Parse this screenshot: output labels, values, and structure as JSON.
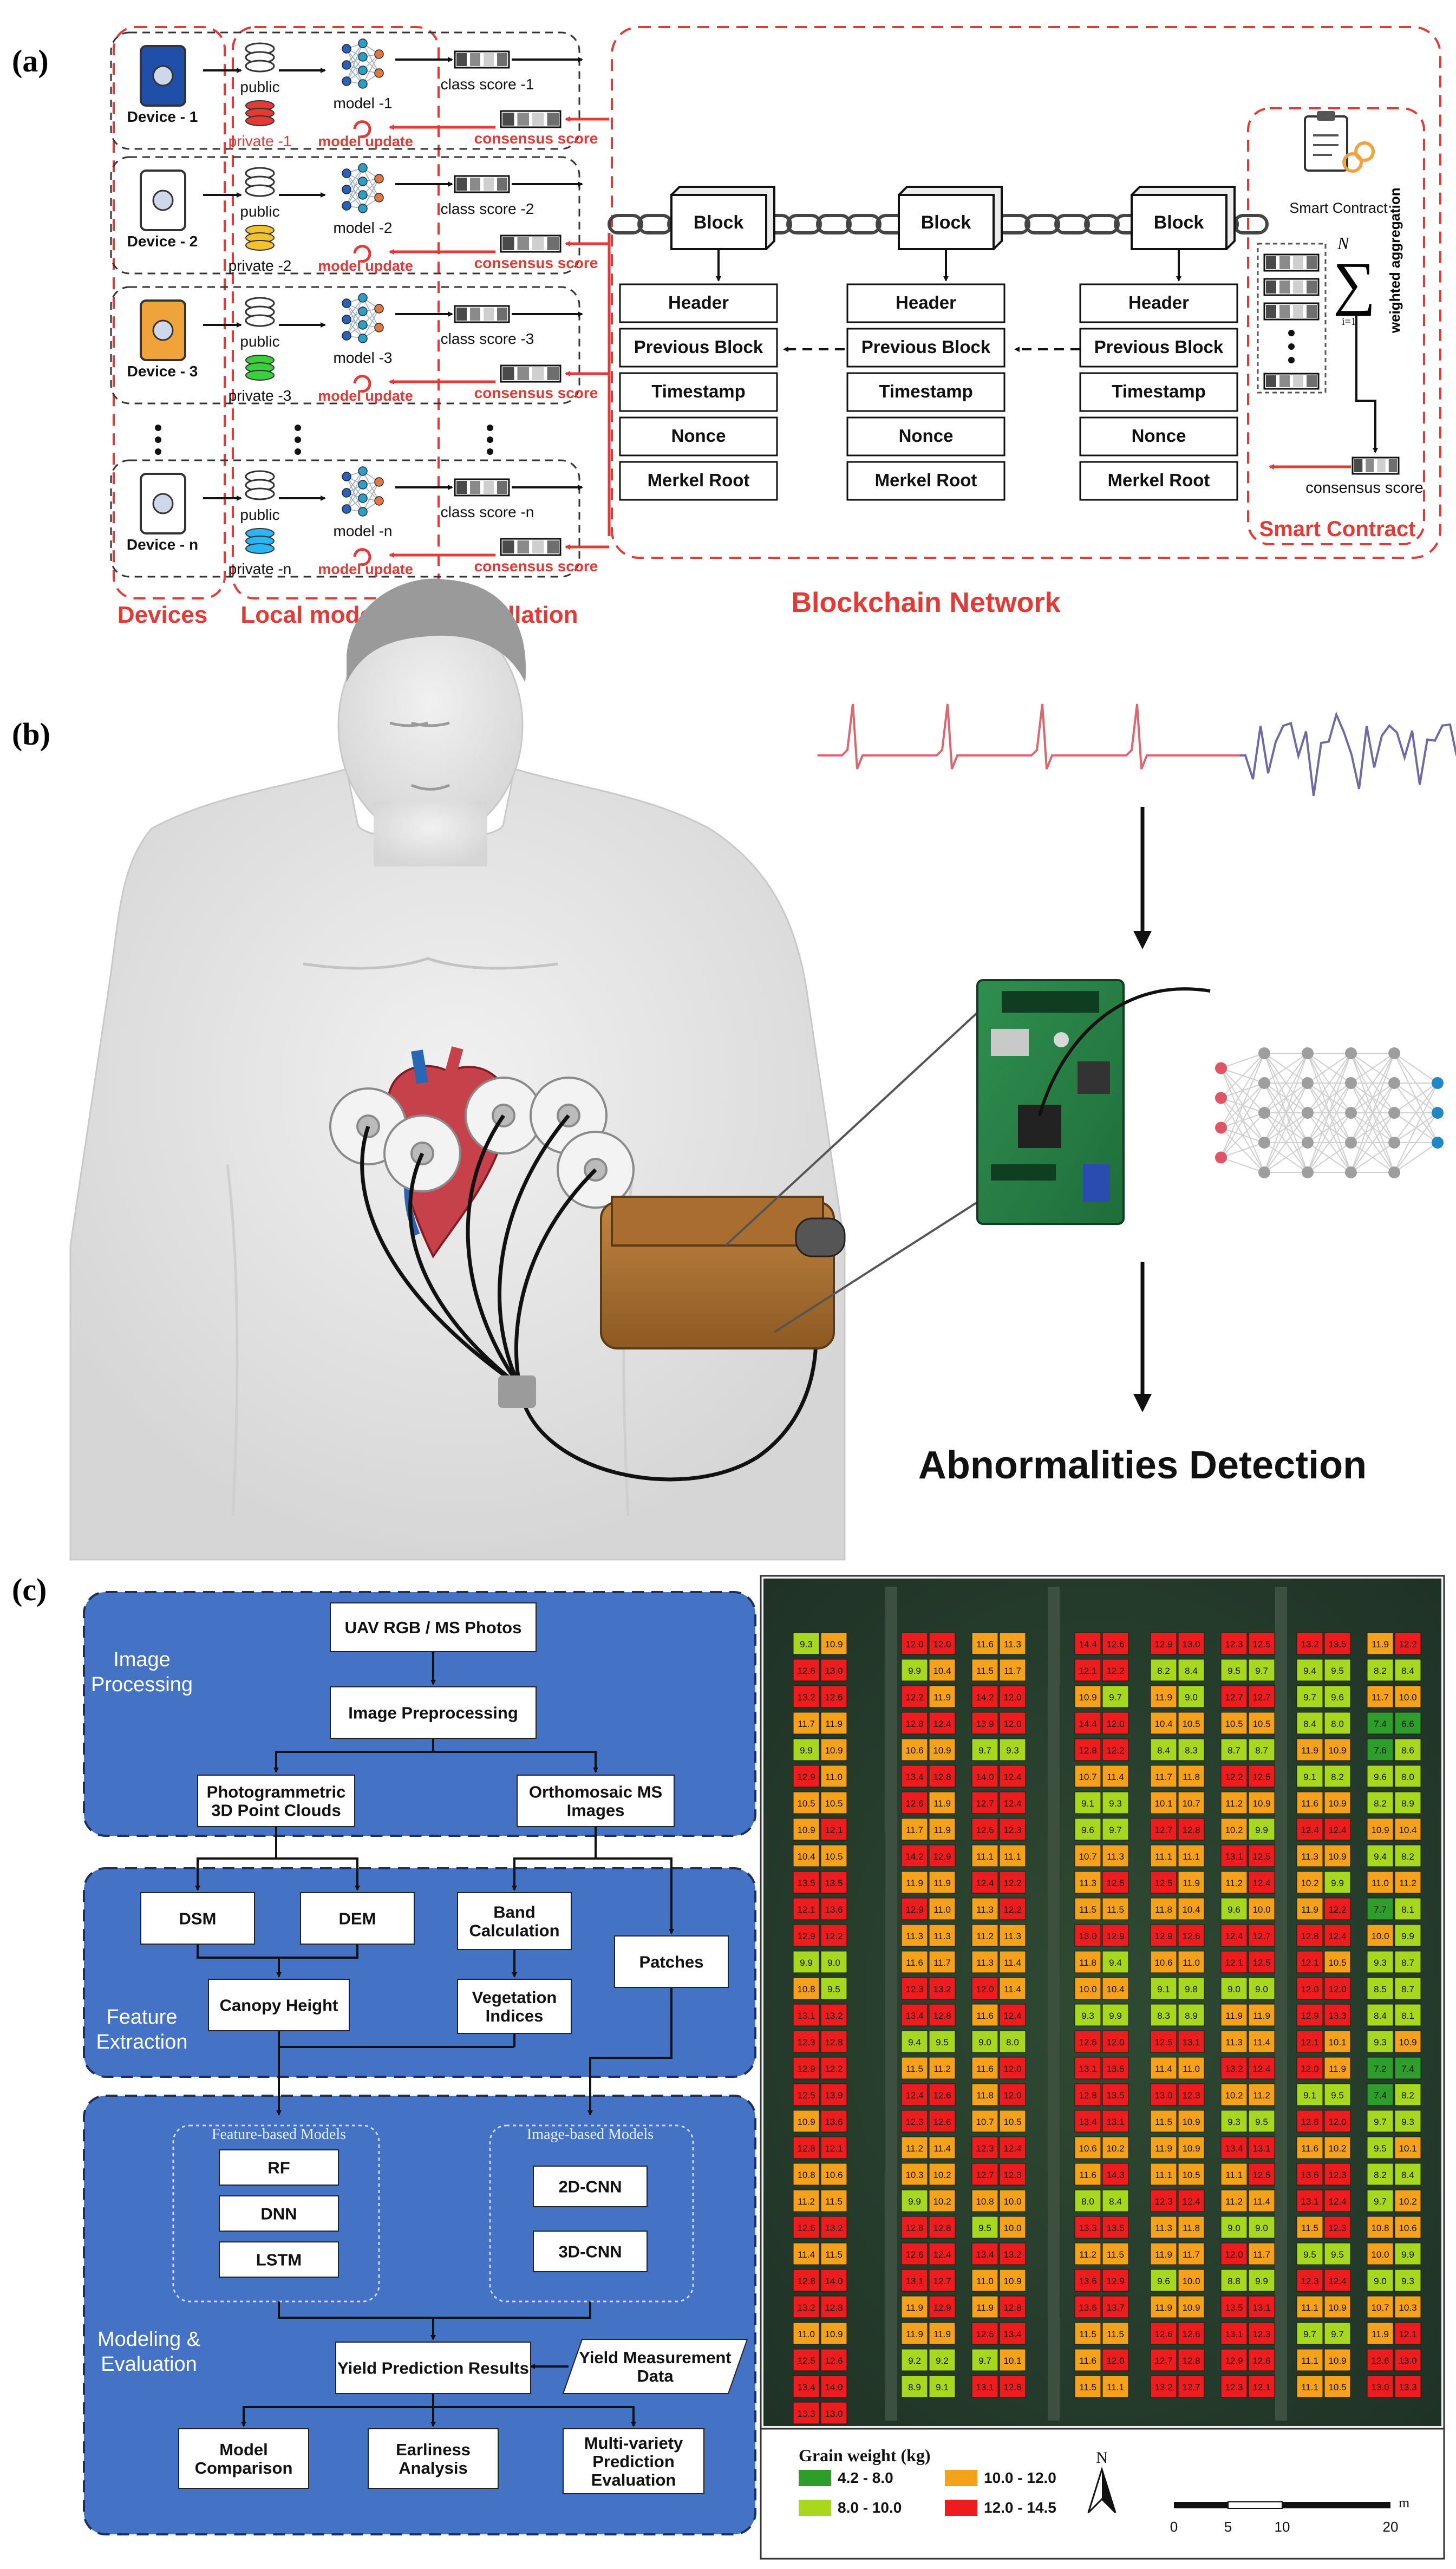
{
  "panel_labels": [
    "(a)",
    "(b)",
    "(c)"
  ],
  "panel_a": {
    "devices": [
      {
        "name": "Device - 1",
        "public": "public",
        "private": "private -1",
        "private_color": "#e53935",
        "model": "model -1",
        "class_score": "class score -1"
      },
      {
        "name": "Device - 2",
        "public": "public",
        "private": "private -2",
        "private_color": "#f2c230",
        "model": "model -2",
        "class_score": "class score -2"
      },
      {
        "name": "Device - 3",
        "public": "public",
        "private": "private -3",
        "private_color": "#3ccf3c",
        "model": "model -3",
        "class_score": "class score -3"
      },
      {
        "name": "Device - n",
        "public": "public",
        "private": "private -n",
        "private_color": "#29b6f6",
        "model": "model -n",
        "class_score": "class score -n"
      }
    ],
    "model_update": "model update",
    "consensus_score": "consensus score",
    "column_labels": {
      "devices": "Devices",
      "local_models": "Local models",
      "distillation": "Distillation"
    },
    "blockchain_label": "Blockchain Network",
    "block_label": "Block",
    "block_fields": [
      "Header",
      "Previous Block",
      "Timestamp",
      "Nonce",
      "Merkel Root"
    ],
    "smart_contract": {
      "title": "Smart Contract",
      "footer": "Smart Contract",
      "sum_top": "N",
      "sum_bottom": "i=1",
      "aggregation": "weighted aggregation",
      "consensus_score": "consensus score"
    },
    "accent_color": "#e53935"
  },
  "panel_b": {
    "title": "Abnormalities Detection",
    "nn_layers": [
      {
        "count": 4,
        "color": "#e05565"
      },
      {
        "count": 5,
        "color": "#9e9e9e"
      },
      {
        "count": 5,
        "color": "#9e9e9e"
      },
      {
        "count": 5,
        "color": "#9e9e9e"
      },
      {
        "count": 5,
        "color": "#9e9e9e"
      },
      {
        "count": 3,
        "color": "#1e88c8"
      }
    ]
  },
  "panel_c": {
    "groups": {
      "image_processing": "Image\nProcessing",
      "feature_extraction": "Feature\nExtraction",
      "modeling": "Modeling &\nEvaluation"
    },
    "boxes": {
      "uav": "UAV RGB / MS Photos",
      "preprocessing": "Image Preprocessing",
      "photogrammetric": "Photogrammetric\n3D Point Clouds",
      "orthomosaic": "Orthomosaic MS\nImages",
      "dsm": "DSM",
      "dem": "DEM",
      "band": "Band\nCalculation",
      "patches": "Patches",
      "canopy": "Canopy Height",
      "vegetation": "Vegetation\nIndices",
      "rf": "RF",
      "dnn": "DNN",
      "lstm": "LSTM",
      "cnn2d": "2D-CNN",
      "cnn3d": "3D-CNN",
      "yield_results": "Yield Prediction Results",
      "yield_measure": "Yield Measurement\nData",
      "comparison": "Model\nComparison",
      "earliness": "Earliness\nAnalysis",
      "multivariety": "Multi-variety\nPrediction\nEvaluation"
    },
    "feature_models_label": "Feature-based Models",
    "image_models_label": "Image-based Models",
    "group_color": "#4472c4",
    "map": {
      "legend_title": "Grain weight (kg)",
      "legend": [
        {
          "label": "4.2 - 8.0",
          "color": "#2e9e2a"
        },
        {
          "label": "10.0 - 12.0",
          "color": "#f5a11a"
        },
        {
          "label": "8.0 - 10.0",
          "color": "#a8d81e"
        },
        {
          "label": "12.0 - 14.5",
          "color": "#ee1c1c"
        }
      ],
      "north": "N",
      "scale_ticks": [
        "0",
        "5",
        "10",
        "20"
      ],
      "scale_unit": "m",
      "columns": [
        [
          "9.3|10.9",
          "12.6|13.0",
          "13.2|12.6",
          "11.7|11.9",
          "9.9|10.9",
          "12.9|11.0",
          "10.5|10.5",
          "10.9|12.1",
          "10.4|10.5",
          "13.5|13.5",
          "12.1|13.6",
          "12.9|12.2",
          "9.9|9.0",
          "10.8|9.5",
          "13.1|13.2",
          "12.3|12.8",
          "12.9|12.2",
          "12.5|13.9",
          "10.9|13.6",
          "12.8|12.1",
          "10.8|10.6",
          "11.2|11.5",
          "12.6|13.2",
          "11.4|11.5",
          "12.8|14.0",
          "13.2|12.8",
          "11.0|10.9",
          "12.5|12.6",
          "13.4|14.0",
          "13.3|13.0"
        ],
        [
          "12.0|12.0",
          "9.9|10.4",
          "12.2|11.9",
          "12.8|12.4",
          "10.6|10.9",
          "13.4|12.8",
          "12.6|11.9",
          "11.7|11.9",
          "14.2|12.9",
          "11.9|11.9",
          "12.9|11.0",
          "11.3|11.3",
          "11.6|11.7",
          "12.3|13.2",
          "13.4|12.8",
          "9.4|9.5",
          "11.5|11.2",
          "12.4|12.6",
          "12.3|12.6",
          "11.2|11.4",
          "10.3|10.2",
          "9.9|10.2",
          "12.8|12.8",
          "12.6|12.4",
          "13.1|12.7",
          "11.9|12.9",
          "11.9|11.9",
          "9.2|9.2",
          "8.9|9.1"
        ],
        [
          "11.6|11.3",
          "11.5|11.7",
          "14.2|12.0",
          "13.9|12.0",
          "9.7|9.3",
          "14.0|12.4",
          "12.7|12.4",
          "12.6|12.3",
          "11.1|11.1",
          "12.4|12.2",
          "11.3|12.2",
          "11.2|11.3",
          "11.3|11.4",
          "12.0|11.4",
          "11.6|12.4",
          "9.0|8.0",
          "11.6|12.0",
          "11.8|12.0",
          "10.7|10.5",
          "12.3|12.4",
          "12.7|12.3",
          "10.8|10.0",
          "9.5|10.0",
          "13.4|13.2",
          "11.0|10.9",
          "11.9|12.8",
          "12.6|13.4",
          "9.7|10.1",
          "13.1|12.6"
        ],
        [
          "14.4|12.6",
          "12.1|12.2",
          "10.9|9.7",
          "14.4|12.0",
          "12.8|12.2",
          "10.7|11.4",
          "9.1|9.3",
          "9.6|9.7",
          "10.7|11.3",
          "11.3|12.5",
          "11.5|11.5",
          "13.0|12.9",
          "11.8|9.4",
          "10.0|10.4",
          "9.3|9.9",
          "12.6|12.0",
          "13.1|13.5",
          "12.8|13.5",
          "13.4|13.1",
          "10.6|10.2",
          "11.6|14.3",
          "8.0|8.4",
          "13.3|13.5",
          "11.2|11.5",
          "13.6|12.9",
          "13.6|13.7",
          "11.5|11.5",
          "11.6|12.0",
          "11.5|11.1"
        ],
        [
          "12.9|13.0",
          "8.2|8.4",
          "11.9|9.0",
          "10.4|10.5",
          "8.4|8.3",
          "11.7|11.8",
          "10.1|10.7",
          "12.7|12.8",
          "11.1|11.1",
          "12.5|11.9",
          "11.8|10.4",
          "12.9|12.6",
          "10.6|11.0",
          "9.1|9.8",
          "8.3|8.9",
          "12.5|13.1",
          "11.4|11.0",
          "13.0|12.3",
          "11.5|10.9",
          "11.9|10.9",
          "11.1|10.5",
          "12.3|12.4",
          "11.3|11.8",
          "11.9|11.7",
          "9.6|10.0",
          "11.9|10.9",
          "12.6|12.6",
          "12.7|12.8",
          "13.2|12.7"
        ],
        [
          "12.3|12.5",
          "9.5|9.7",
          "12.7|12.7",
          "10.5|10.5",
          "8.7|8.7",
          "12.2|12.5",
          "11.2|10.9",
          "10.2|9.9",
          "13.1|12.5",
          "11.2|12.4",
          "9.6|10.0",
          "12.4|12.7",
          "12.1|12.5",
          "9.0|9.0",
          "11.9|11.9",
          "11.3|11.4",
          "13.2|12.4",
          "10.2|11.2",
          "9.3|9.5",
          "13.4|13.1",
          "11.1|12.5",
          "11.2|11.4",
          "9.0|9.0",
          "12.0|11.7",
          "8.8|9.9",
          "13.5|13.1",
          "13.1|12.3",
          "12.9|12.6",
          "12.3|12.1"
        ],
        [
          "13.2|13.5",
          "9.4|9.5",
          "9.7|9.6",
          "8.4|8.0",
          "11.9|10.9",
          "9.1|8.2",
          "11.6|10.9",
          "12.4|12.4",
          "11.3|10.9",
          "10.2|9.9",
          "11.9|12.2",
          "12.8|12.4",
          "12.1|10.5",
          "12.0|12.0",
          "12.9|13.3",
          "12.1|10.1",
          "12.0|11.9",
          "9.1|9.5",
          "12.8|12.0",
          "11.6|10.2",
          "13.6|12.3",
          "13.1|12.4",
          "11.5|12.3",
          "9.5|9.5",
          "12.3|12.4",
          "11.1|10.9",
          "9.7|9.7",
          "11.1|10.9",
          "11.1|10.5"
        ],
        [
          "11.9|12.2",
          "8.2|8.4",
          "11.7|10.0",
          "7.4|6.6",
          "7.6|8.6",
          "9.6|8.0",
          "8.2|8.9",
          "10.9|10.4",
          "9.4|8.2",
          "11.0|11.2",
          "7.7|8.1",
          "10.0|9.9",
          "9.3|8.7",
          "8.5|8.7",
          "8.4|8.1",
          "9.3|10.9",
          "7.2|7.4",
          "7.4|8.2",
          "9.7|9.3",
          "9.5|10.1",
          "8.2|8.4",
          "9.7|10.2",
          "10.8|10.6",
          "10.0|9.9",
          "9.0|9.3",
          "10.7|10.3",
          "11.9|12.1",
          "12.6|13.0",
          "13.0|13.3"
        ]
      ]
    }
  }
}
